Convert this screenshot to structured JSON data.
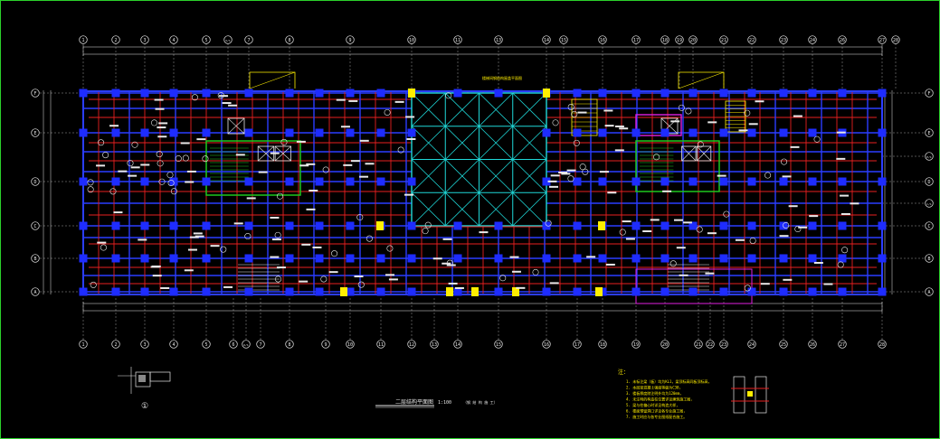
{
  "drawing": {
    "title_cn": "二层结构平面图",
    "title_scale": "1:100",
    "title_note": "（钢 结 构 施 工）",
    "detail_mark": "①",
    "notes_heading": "注：",
    "notes": [
      "1. 未标注梁（板）均为KL1，梁顶标高同板顶标高，",
      "2. 本层梁混凝土强度等级为C30，",
      "3. 楼板厚度除注明外均为120mm，",
      "4. 未注明的构造柱位置详见建筑施工图，",
      "5. 梁与柱偏心时详见构造大样，",
      "6. 楼面预留洞口详见各专业施工图，",
      "7. 施工时应与各专业图纸配合施工。"
    ],
    "atrium_label": "楼梯间钢结构屋盖平面图"
  },
  "grid": {
    "top_axes": [
      "1",
      "2",
      "3",
      "4",
      "5",
      "5/1",
      "7",
      "8",
      "9",
      "10",
      "11",
      "13",
      "14",
      "15",
      "16",
      "17",
      "18",
      "19",
      "20",
      "21",
      "22",
      "23",
      "24",
      "26",
      "27",
      "28"
    ],
    "bottom_axes": [
      "1",
      "2",
      "3",
      "4",
      "5",
      "6",
      "6/1",
      "7",
      "8",
      "9",
      "10",
      "11",
      "12",
      "13",
      "14",
      "15",
      "16",
      "17",
      "18",
      "19",
      "20",
      "21",
      "22",
      "23",
      "24",
      "25",
      "26",
      "27",
      "28"
    ],
    "left_axes": [
      "F",
      "E",
      "D",
      "C",
      "B",
      "A"
    ],
    "right_axes": [
      "F",
      "E",
      "E/1",
      "D",
      "C/1",
      "C",
      "B",
      "A"
    ]
  },
  "colors": {
    "background": "#000000",
    "frame": "#2bd12b",
    "column": "#1e2cff",
    "beam_red": "#e82020",
    "beam_blue": "#2b3dff",
    "cyan_bracing": "#1fd8d8",
    "shear_wall_green": "#1ec81e",
    "label_yellow": "#ffee00",
    "magenta": "#e020e0",
    "dimension_white": "#e8e8e8"
  },
  "icons": [
    "axis-bubble-icon",
    "column-icon",
    "elevator-cross-icon",
    "stair-icon",
    "section-mark-icon"
  ]
}
